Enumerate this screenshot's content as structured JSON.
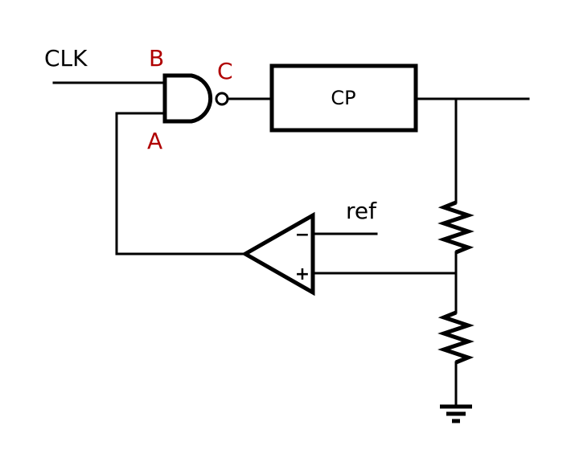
{
  "labels": {
    "clk": "CLK",
    "node_a": "A",
    "node_b": "B",
    "node_c": "C",
    "block": "CP",
    "ref": "ref",
    "minus": "−",
    "plus": "+"
  },
  "colors": {
    "wire": "#000000",
    "node_label": "#b00000",
    "text": "#000000"
  },
  "components": {
    "gate": "nand",
    "comparator": "op-amp",
    "resistors": 2,
    "ground": "ground-symbol"
  }
}
